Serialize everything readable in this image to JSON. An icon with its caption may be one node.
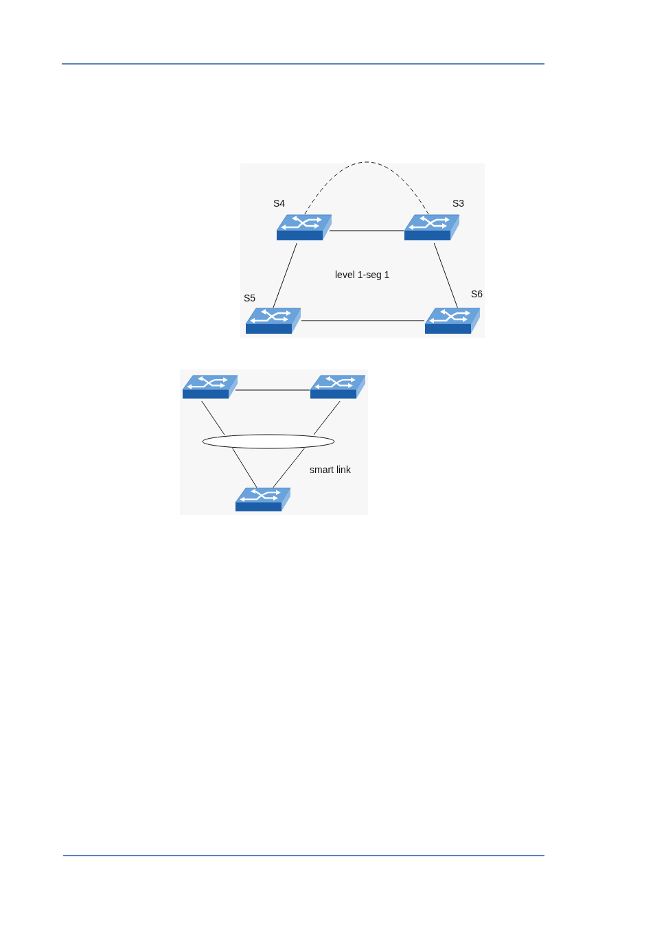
{
  "diagram": {
    "nodes": [
      {
        "text": [
          "S4"
        ]
      },
      {
        "text": [
          "S3"
        ]
      },
      {
        "text": [
          "S5"
        ]
      },
      {
        "text": [
          "S6"
        ]
      },
      {
        "text": [],
        "shape": "box"
      },
      {
        "text": [],
        "shape": "box"
      },
      {
        "text": [],
        "shape": "ellipse"
      },
      {
        "text": [],
        "shape": "box"
      }
    ],
    "edges": [
      {
        "from": 0,
        "to": 1,
        "arrow": "none"
      },
      {
        "from": 0,
        "to": 1,
        "arrow": "none",
        "style": "dashed"
      },
      {
        "from": 0,
        "to": 2,
        "arrow": "none"
      },
      {
        "from": 1,
        "to": 3,
        "arrow": "none"
      },
      {
        "from": 2,
        "to": 3,
        "arrow": "none"
      },
      {
        "from": 4,
        "to": 5,
        "arrow": "none"
      },
      {
        "from": 4,
        "to": 6,
        "arrow": "none"
      },
      {
        "from": 5,
        "to": 6,
        "arrow": "none"
      },
      {
        "from": 6,
        "to": 7,
        "arrow": "none"
      },
      {
        "from": 6,
        "to": 7,
        "arrow": "none"
      }
    ],
    "labels": [
      "level 1-seg 1",
      "smart link"
    ]
  }
}
